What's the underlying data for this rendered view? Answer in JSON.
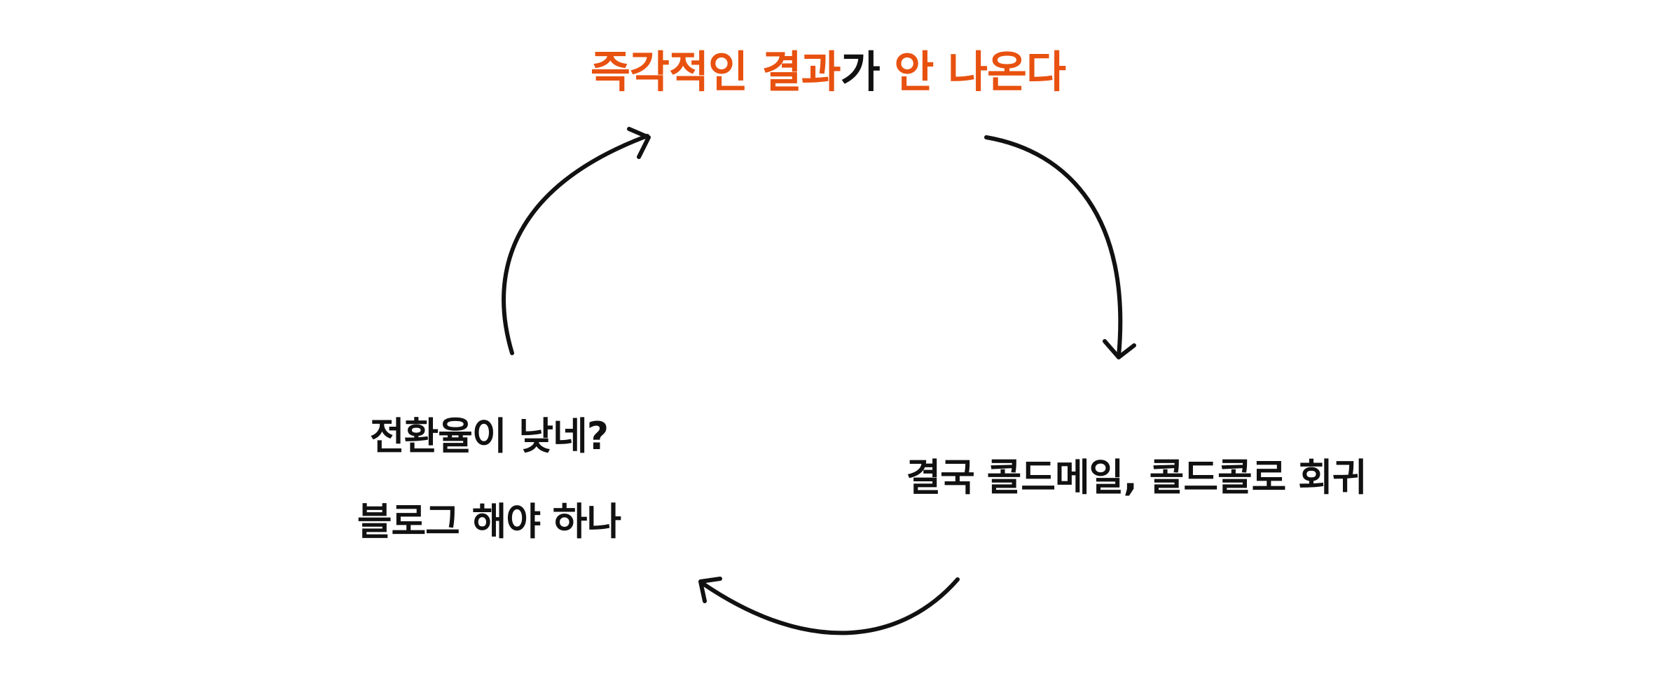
{
  "cycle": {
    "top": {
      "parts": [
        {
          "text": "즉각적인 결과",
          "color": "#e8510f"
        },
        {
          "text": "가 ",
          "color": "#111111"
        },
        {
          "text": "안 나온다",
          "color": "#e8510f"
        }
      ]
    },
    "right": {
      "text": "결국 콜드메일, 콜드콜로 회귀"
    },
    "left": {
      "line1": "전환율이 낮네?",
      "line2": "블로그 해야 하나"
    }
  },
  "colors": {
    "accent": "#e8510f",
    "text": "#111111",
    "background": "#ffffff"
  },
  "arrows": [
    "top-to-right-arrow",
    "right-to-left-arrow",
    "left-to-top-arrow"
  ]
}
